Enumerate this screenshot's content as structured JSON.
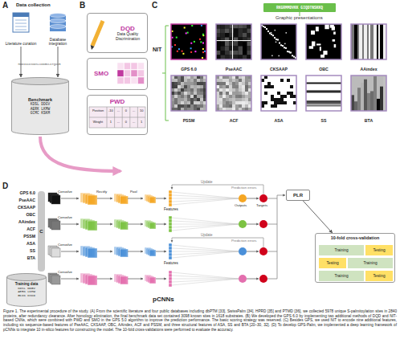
{
  "diagram": {
    "caption": "Figure 1. The experimental procedure of the study. (A) From the scientific literature and four public databases including dbPTM [33], SwissPalm [34], HPRD [35] and PTMD [36], we collected 5978 unique S-palmitoylation sites in 2840 proteins, after redundancy clearance. After homology elimination, the final benchmark data set contained 3098 known sites in 1618 substrates. (B) We developed the GPS 6.0 by implementing two additional methods of DQD and NIT-based CNNs, which were combined with PWD and SMO in the GPS 5.0 algorithm to improve the prediction performance. The basic scoring strategy was reserved. (C) Besides GPS, we used NIT to encode nine additional features, including six sequence-based features of PseAAC, CKSAAP, OBC, AAindex, ACF and PSSM, and three structural features of ASA, SS and BTA [20–30, 32]. (D) To develop GPS-Palm, we implemented a deep learning framework of pCNNs to integrate 10 in-silico features for constructing the model. The 10-fold cross-validations were performed to evaluate the accuracy.",
    "nodes": [
      {
        "text": [
          "Literature curation"
        ]
      },
      {
        "text": [
          "Database integration"
        ]
      },
      {
        "text": [
          "Benchmark",
          "KDSL DDGV",
          "AERK LKMW",
          "GCMC KSKM"
        ]
      },
      {
        "text": [
          "DQD",
          "Data Quality Discrimination"
        ]
      },
      {
        "text": [
          "SMO"
        ]
      },
      {
        "text": [
          "PWD"
        ]
      },
      {
        "text": [
          "RKGRMMDVKK GIQDTNSKKQ"
        ]
      },
      {
        "text": [
          "GPS 6.0"
        ]
      },
      {
        "text": [
          "PseAAC"
        ]
      },
      {
        "text": [
          "CKSAAP"
        ]
      },
      {
        "text": [
          "OBC"
        ]
      },
      {
        "text": [
          "AAindex"
        ]
      },
      {
        "text": [
          "PSSM"
        ]
      },
      {
        "text": [
          "ACF"
        ]
      },
      {
        "text": [
          "ASA"
        ]
      },
      {
        "text": [
          "SS"
        ]
      },
      {
        "text": [
          "BTA"
        ]
      },
      {
        "text": [
          "C"
        ]
      },
      {
        "text": [
          "Training data",
          "KDSL DDGV",
          "AERK LKMW",
          "GCIK KSKD"
        ]
      },
      {
        "text": [
          "PLR"
        ]
      },
      {
        "text": [
          "10-fold cross-validation"
        ]
      },
      {
        "text": [
          "Training"
        ],
        "in": 20
      },
      {
        "text": [
          "Testing"
        ],
        "in": 20
      },
      {
        "text": [
          "Testing"
        ],
        "in": 20
      },
      {
        "text": [
          "Training"
        ],
        "in": 20
      },
      {
        "text": [
          "Training"
        ],
        "in": 20
      },
      {
        "text": [
          "Testing"
        ],
        "in": 20
      }
    ],
    "edges": [
      {
        "from": 0,
        "to": 2,
        "arrow": "to"
      },
      {
        "from": 1,
        "to": 2,
        "arrow": "to"
      },
      {
        "from": 19,
        "to": 20,
        "arrow": "to"
      }
    ],
    "labels": [
      "A",
      "Data collection",
      "MOOIKCKSKDSLCDDGVLKTQCVR",
      "B",
      "Position",
      "-10",
      "...",
      "0",
      "...",
      "10",
      "Weight",
      "1",
      "...",
      "0",
      "...",
      "1",
      "C",
      "Graphic presentations",
      "NIT",
      "D",
      "GPS 6.0",
      "PseAAC",
      "CKSAAP",
      "OBC",
      "AAindex",
      "ACF",
      "PSSM",
      "ASA",
      "SS",
      "BTA",
      "Convolve",
      "Rectify",
      "Pool",
      "Convolve",
      "Convolve",
      "Convolve",
      "Features",
      "Outputs",
      "Targets",
      "Update",
      "Prediction errors",
      "Update",
      "Prediction errors",
      "Features",
      "pCNNs"
    ]
  }
}
